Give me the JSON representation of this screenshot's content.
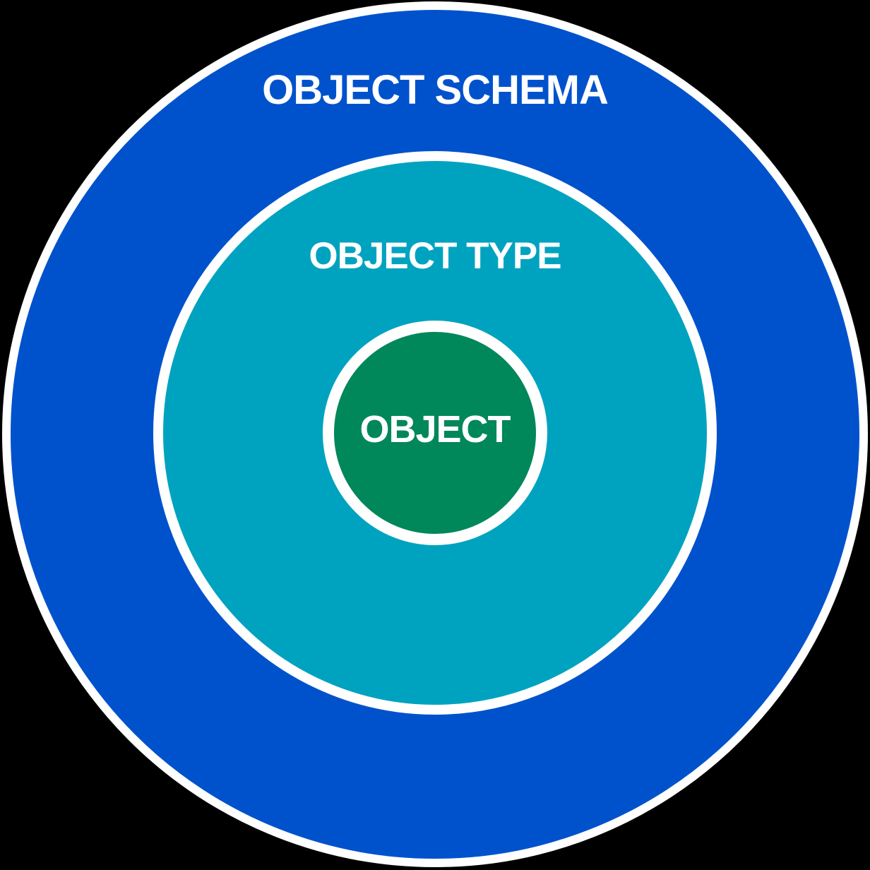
{
  "diagram": {
    "type": "nested-circles",
    "background_color": "#000000",
    "ring_border_color": "#ffffff",
    "label_color": "#ffffff",
    "rings": [
      {
        "id": "object-schema",
        "label": "OBJECT SCHEMA",
        "fill": "#0052CC"
      },
      {
        "id": "object-type",
        "label": "OBJECT TYPE",
        "fill": "#00A3BF"
      },
      {
        "id": "object",
        "label": "OBJECT",
        "fill": "#00875A"
      }
    ]
  }
}
